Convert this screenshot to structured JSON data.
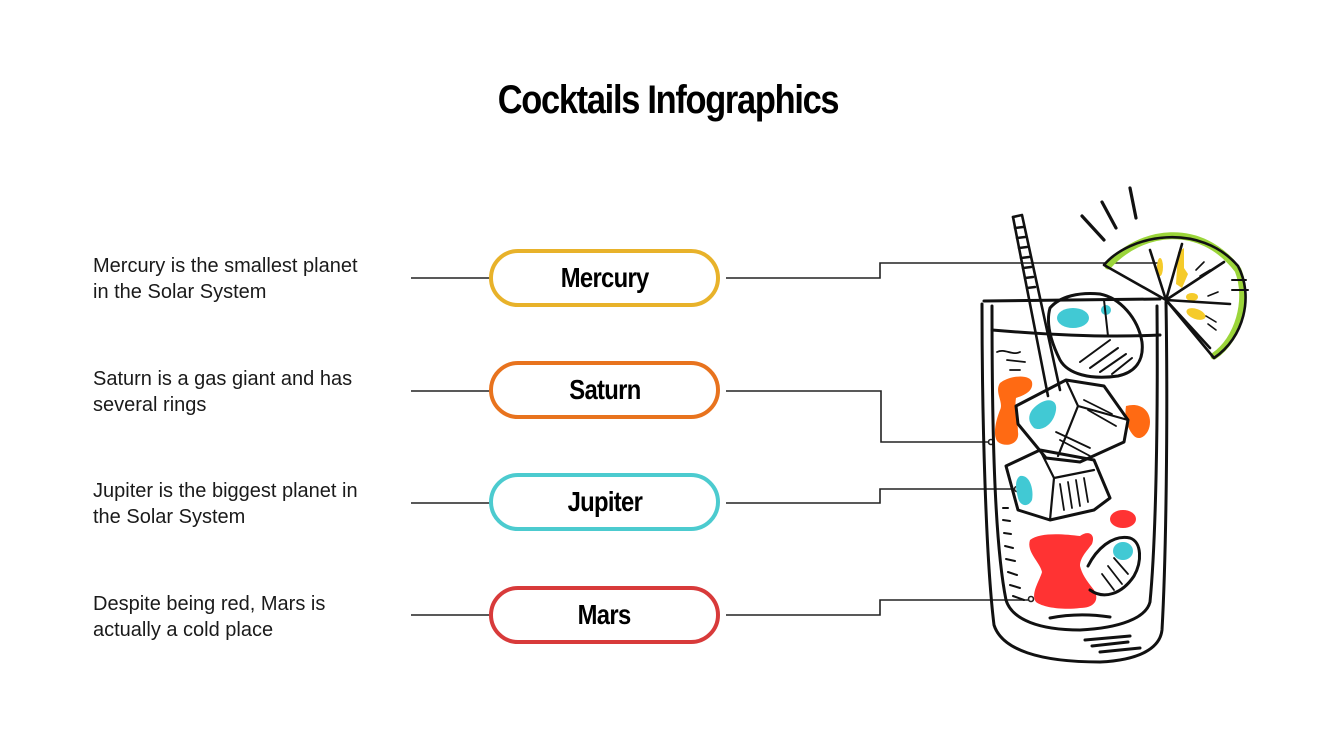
{
  "title": "Cocktails Infographics",
  "items": [
    {
      "label": "Mercury",
      "description_line1": "Mercury is the smallest planet",
      "description_line2": "in the Solar System",
      "color": "#E8B22A"
    },
    {
      "label": "Saturn",
      "description_line1": "Saturn is a gas giant and has",
      "description_line2": "several rings",
      "color": "#E8731E"
    },
    {
      "label": "Jupiter",
      "description_line1": "Jupiter is the biggest planet in",
      "description_line2": "the Solar System",
      "color": "#4CCBCF"
    },
    {
      "label": "Mars",
      "description_line1": "Despite being red, Mars is",
      "description_line2": "actually a cold place",
      "color": "#D83A3A"
    }
  ],
  "illustration": {
    "name": "cocktail-glass",
    "colors": {
      "outline": "#111111",
      "orange": "#FF6A13",
      "cyan": "#41C9D4",
      "red": "#FF3333",
      "lime": "#9BD53A",
      "yellow": "#F5CB2A"
    }
  }
}
